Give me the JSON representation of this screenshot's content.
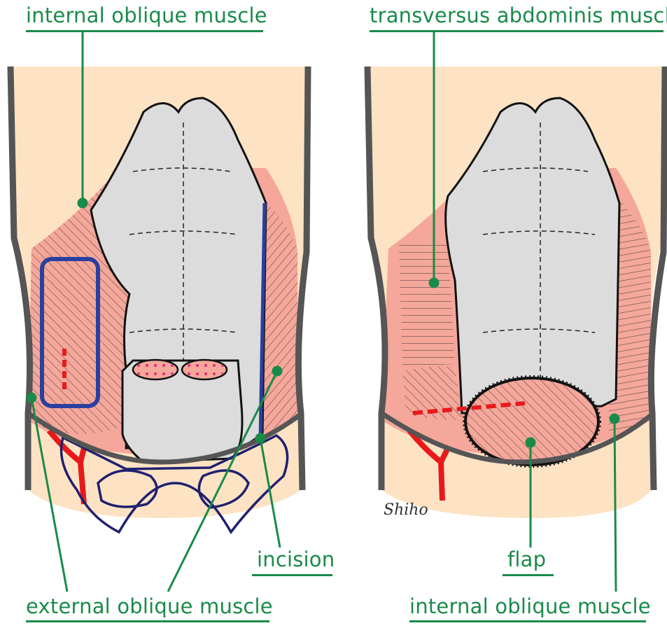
{
  "labels": {
    "top_left": "internal oblique muscle",
    "top_right": "transversus abdominis muscle",
    "incision": "incision",
    "flap": "flap",
    "bottom_left": "external oblique muscle",
    "bottom_right": "internal oblique muscle"
  },
  "signature": "Shiho",
  "colors": {
    "label": "#1a8a4a",
    "skin": "#fde3c3",
    "muscle": "#f4a79a",
    "fascia": "#dcdcdc",
    "outline": "#555555",
    "incision": "#2a3fa0",
    "vessel": "#e8191b",
    "pelvis": "#1f2070",
    "dots": "#e6287a"
  }
}
